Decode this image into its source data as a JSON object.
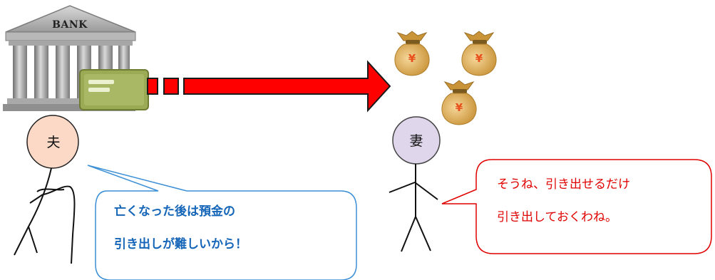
{
  "bank": {
    "title": "BANK"
  },
  "husband": {
    "label": "夫"
  },
  "wife": {
    "label": "妻"
  },
  "money_bags": {
    "symbol": "¥",
    "count": 3
  },
  "husband_speech": {
    "lines": [
      "亡くなった後は預金の",
      "引き出しが難しいから！"
    ]
  },
  "wife_speech": {
    "lines": [
      "そうね、引き出せるだけ",
      "引き出しておくわね。"
    ]
  },
  "colors": {
    "arrow": "#ff0000",
    "husband_head": "#fbd9c6",
    "wife_head": "#e0d6ec",
    "husband_bubble_border": "#3b8fd6",
    "husband_text": "#1565b8",
    "wife_bubble_border": "#e00000",
    "wife_text": "#e00000",
    "card": "#9aaa55",
    "bag": "#e9b75e"
  }
}
